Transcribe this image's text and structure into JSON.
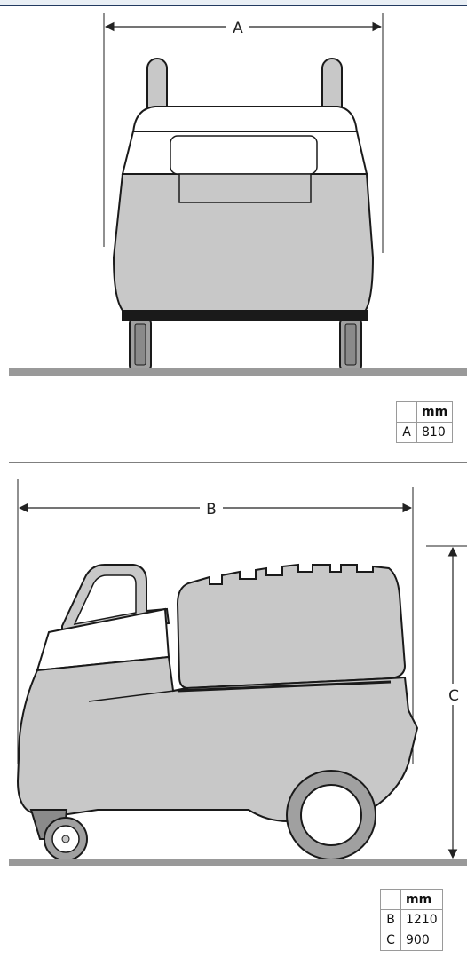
{
  "front_view": {
    "dimension_label": "A",
    "table": {
      "header": "mm",
      "rows": [
        {
          "key": "A",
          "value": "810"
        }
      ]
    }
  },
  "side_view": {
    "width_label": "B",
    "height_label": "C",
    "table": {
      "header": "mm",
      "rows": [
        {
          "key": "B",
          "value": "1210"
        },
        {
          "key": "C",
          "value": "900"
        }
      ]
    }
  },
  "colors": {
    "body": "#c8c8c8",
    "outline": "#1a1a1a",
    "ground": "#999999",
    "wheel": "#a0a0a0"
  }
}
